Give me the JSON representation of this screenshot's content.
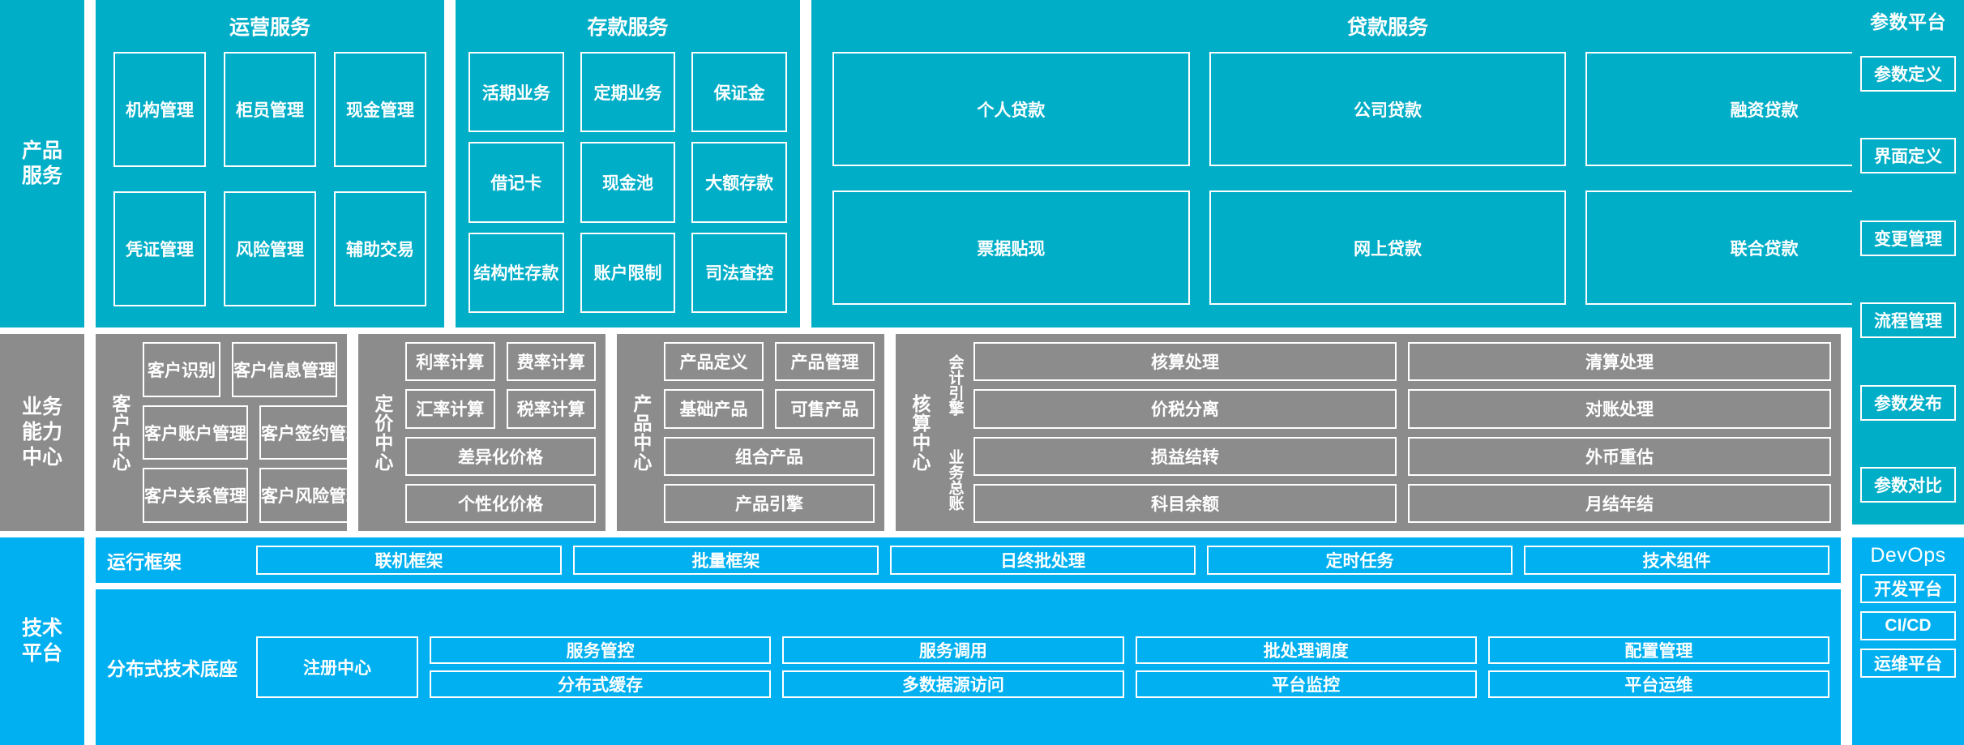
{
  "bands": {
    "product_service": {
      "category_label": "产品\n服务",
      "groups": [
        {
          "title": "运营服务",
          "items": [
            "机构管理",
            "柜员管理",
            "现金管理",
            "凭证管理",
            "风险管理",
            "辅助交易"
          ]
        },
        {
          "title": "存款服务",
          "items": [
            "活期业务",
            "定期业务",
            "保证金",
            "借记卡",
            "现金池",
            "大额存款",
            "结构性存款",
            "账户限制",
            "司法查控"
          ]
        },
        {
          "title": "贷款服务",
          "items": [
            "个人贷款",
            "公司贷款",
            "融资贷款",
            "票据贴现",
            "网上贷款",
            "联合贷款"
          ]
        }
      ],
      "side": {
        "title": "参数平台",
        "items": [
          "参数定义",
          "界面定义",
          "变更管理",
          "流程管理",
          "参数发布",
          "参数对比"
        ]
      }
    },
    "business_capability": {
      "category_label": "业务\n能力\n中心",
      "centers": [
        {
          "label": "客户中心",
          "rows": [
            [
              "客户识别",
              "客户信息管理"
            ],
            [
              "客户账户管理",
              "客户签约管理"
            ],
            [
              "客户关系管理",
              "客户风险管理"
            ]
          ]
        },
        {
          "label": "定价中心",
          "rows": [
            [
              "利率计算",
              "费率计算"
            ],
            [
              "汇率计算",
              "税率计算"
            ],
            [
              "差异化价格"
            ],
            [
              "个性化价格"
            ]
          ]
        },
        {
          "label": "产品中心",
          "rows": [
            [
              "产品定义",
              "产品管理"
            ],
            [
              "基础产品",
              "可售产品"
            ],
            [
              "组合产品"
            ],
            [
              "产品引擎"
            ]
          ]
        }
      ],
      "accounting": {
        "label": "核算中心",
        "blocks": [
          {
            "label": "会计引擎",
            "items": [
              "核算处理",
              "清算处理",
              "价税分离",
              "对账处理"
            ]
          },
          {
            "label": "业务总账",
            "items": [
              "损益结转",
              "外币重估",
              "科目余额",
              "月结年结"
            ]
          }
        ]
      }
    },
    "technical_platform": {
      "category_label": "技术\n平台",
      "runtime": {
        "label": "运行框架",
        "items": [
          "联机框架",
          "批量框架",
          "日终批处理",
          "定时任务",
          "技术组件"
        ]
      },
      "base": {
        "label": "分布式技术底座",
        "registry": "注册中心",
        "items": [
          "服务管控",
          "服务调用",
          "批处理调度",
          "配置管理",
          "分布式缓存",
          "多数据源访问",
          "平台监控",
          "平台运维"
        ]
      },
      "side": {
        "title": "DevOps",
        "items": [
          "开发平台",
          "CI/CD",
          "运维平台"
        ]
      }
    }
  },
  "colors": {
    "teal": "#00AEC7",
    "gray": "#8C8C8C",
    "blue": "#00B0F0",
    "box_border": "#FFFFFF",
    "text": "#FFFFFF"
  }
}
